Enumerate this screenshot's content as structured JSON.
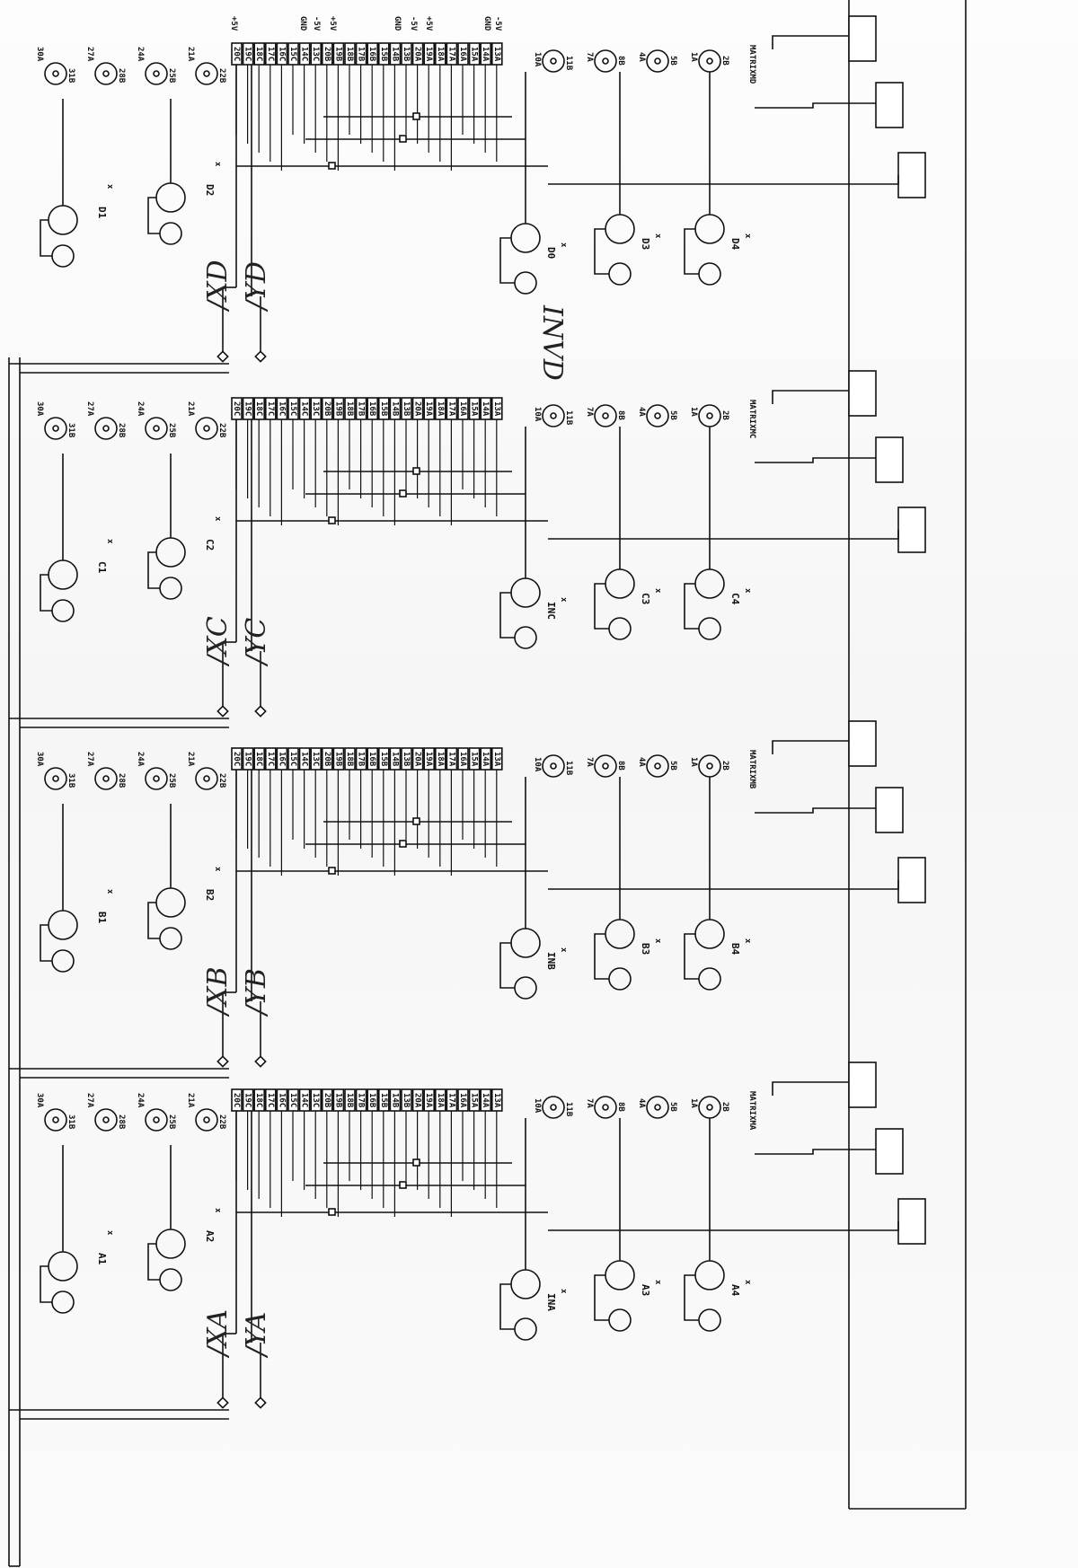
{
  "modules": [
    {
      "title": "MATRIXMD",
      "x_label": "/XD",
      "y_label": "/YD",
      "left_sensors": [
        "D1",
        "D2"
      ],
      "right_sensors": [
        "D4",
        "D3",
        "D0"
      ]
    },
    {
      "title": "MATRIXMC",
      "x_label": "/XC",
      "y_label": "/YC",
      "left_sensors": [
        "C1",
        "C2"
      ],
      "right_sensors": [
        "C4",
        "C3",
        "INC"
      ]
    },
    {
      "title": "MATRIXMB",
      "x_label": "/XB",
      "y_label": "/YB",
      "left_sensors": [
        "B1",
        "B2"
      ],
      "right_sensors": [
        "B4",
        "B3",
        "INB"
      ]
    },
    {
      "title": "MATRIXMA",
      "x_label": "/XA",
      "y_label": "/YA",
      "left_sensors": [
        "A1",
        "A2"
      ],
      "right_sensors": [
        "A4",
        "A3",
        "INA"
      ]
    }
  ],
  "connector_pins": [
    "20C",
    "19C",
    "18C",
    "17C",
    "16C",
    "15C",
    "14C",
    "13C",
    "20B",
    "19B",
    "18B",
    "17B",
    "16B",
    "15B",
    "14B",
    "13B",
    "20A",
    "19A",
    "18A",
    "17A",
    "16A",
    "15A",
    "14A",
    "13A"
  ],
  "supply_labels": [
    "+5V",
    "GND",
    "-5V",
    "+5V",
    "GND",
    "-5V",
    "+5V",
    "GND",
    "-5V"
  ],
  "left_nodes": [
    {
      "top": "22B",
      "bottom": "21A"
    },
    {
      "top": "25B",
      "bottom": "24A"
    },
    {
      "top": "28B",
      "bottom": "27A"
    },
    {
      "top": "31B",
      "bottom": "30A"
    }
  ],
  "right_nodes": [
    {
      "top": "2B",
      "bottom": "1A"
    },
    {
      "top": "5B",
      "bottom": "4A"
    },
    {
      "top": "8B",
      "bottom": "7A"
    },
    {
      "top": "11B",
      "bottom": "10A"
    }
  ],
  "marker": "x",
  "handwritten_note": "INVD"
}
